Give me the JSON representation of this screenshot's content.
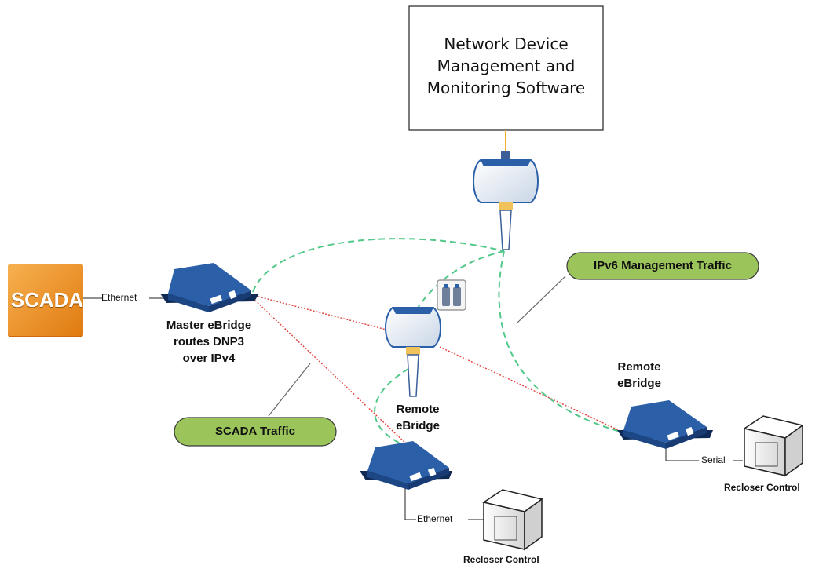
{
  "nms": {
    "line1": "Network Device",
    "line2": "Management and",
    "line3": "Monitoring Software"
  },
  "scada": {
    "label": "SCADA"
  },
  "links": {
    "scada_master": "Ethernet",
    "remote_left_recloser": "Ethernet",
    "remote_right_recloser": "Serial"
  },
  "master": {
    "line1": "Master eBridge",
    "line2": "routes DNP3",
    "line3": "over IPv4"
  },
  "remote_center": {
    "line1": "Remote",
    "line2": "eBridge"
  },
  "remote_right": {
    "line1": "Remote",
    "line2": "eBridge"
  },
  "recloser_bottom": {
    "label": "Recloser Control"
  },
  "recloser_right": {
    "label": "Recloser Control"
  },
  "callouts": {
    "ipv6": "IPv6 Management Traffic",
    "scada": "SCADA Traffic"
  },
  "colors": {
    "scada_fill": "#f39a2e",
    "device_blue": "#2b5fa8",
    "pill_green": "#9bc55a",
    "mgmt_dash": "#52c88a",
    "scada_dot": "#e0403a"
  }
}
